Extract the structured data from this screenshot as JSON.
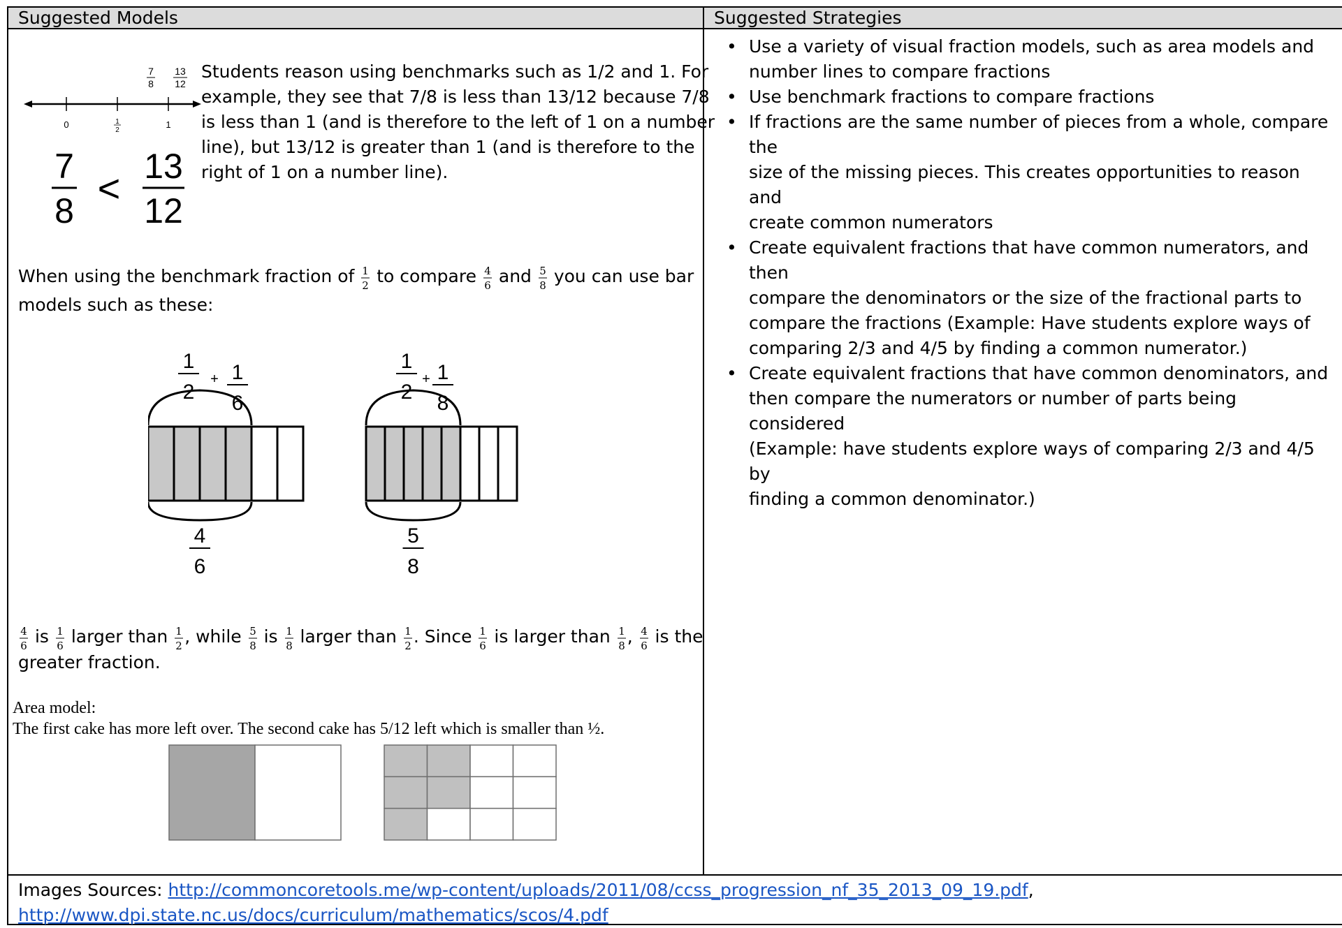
{
  "table": {
    "header_left": "Suggested Models",
    "header_right": "Suggested Strategies"
  },
  "models": {
    "number_line": {
      "tick_labels": [
        "0",
        "1/2",
        "1"
      ],
      "top_labels": [
        "7/8",
        "13/12"
      ]
    },
    "big_comparison": {
      "left_num": "7",
      "left_den": "8",
      "symbol": "<",
      "right_num": "13",
      "right_den": "12"
    },
    "benchmark_paragraph": [
      "Students reason using benchmarks such as 1/2 and 1. For",
      "example, they see that 7/8 is less than 13/12 because 7/8",
      "is less than 1 (and is therefore to the left of 1 on a number",
      "line), but 13/12 is greater than 1 (and is therefore to the",
      "right of 1 on a number line)."
    ],
    "bar_intro": {
      "p1": "When using the benchmark fraction of",
      "p2": "to compare",
      "p3": "and",
      "p4": "you can use bar",
      "line2": "models such as these:"
    },
    "bar_models": [
      {
        "top_left": "1/2",
        "plus": "+",
        "top_right": "1/6",
        "bottom": "4/6",
        "parts": 6,
        "shaded": 4
      },
      {
        "top_left": "1/2",
        "plus": "+",
        "top_right": "1/8",
        "bottom": "5/8",
        "parts": 8,
        "shaded": 5
      }
    ],
    "comparison_sentence": {
      "is": "is",
      "larger_than": "larger than",
      "while": ", while",
      "since": ". Since",
      "is_larger_than": "is larger than",
      "is_the": "is the",
      "line2": "greater fraction."
    },
    "area_model": {
      "label": "Area model:",
      "sentence": "The first cake has more left over. The second cake has 5/12 left which is smaller than ½.",
      "cakes": [
        {
          "cols": 2,
          "rows": 1,
          "shaded_cells": 1
        },
        {
          "cols": 4,
          "rows": 3,
          "shaded_cells": 5
        }
      ]
    }
  },
  "strategies": [
    [
      "Use a variety of visual fraction models, such as area models and",
      "number lines to compare fractions"
    ],
    [
      "Use benchmark fractions to compare fractions"
    ],
    [
      "If fractions are the same number of pieces from a whole, compare the",
      "size of the missing pieces. This creates opportunities to reason and",
      "create common numerators"
    ],
    [
      "Create equivalent fractions that have common numerators, and then",
      "compare the denominators or the size of the fractional parts to",
      "compare the fractions (Example: Have students explore ways of",
      "comparing 2/3 and 4/5 by finding a common numerator.)"
    ],
    [
      "Create equivalent fractions that have common denominators, and",
      "then compare the numerators or number of parts being considered",
      "(Example: have students explore ways of comparing 2/3 and 4/5 by",
      "finding a common denominator.)"
    ]
  ],
  "bullet_char": "•",
  "footer": {
    "label": "Images Sources: ",
    "link1": "http://commoncoretools.me/wp-content/uploads/2011/08/ccss_progression_nf_35_2013_09_19.pdf",
    "comma": ",",
    "link2": "http://www.dpi.state.nc.us/docs/curriculum/mathematics/scos/4.pdf"
  },
  "colors": {
    "shade_bar": "#c8c8c8",
    "shade_area_dark": "#a6a6a6",
    "shade_area_light": "#c0c0c0",
    "link": "#1a56c4"
  }
}
